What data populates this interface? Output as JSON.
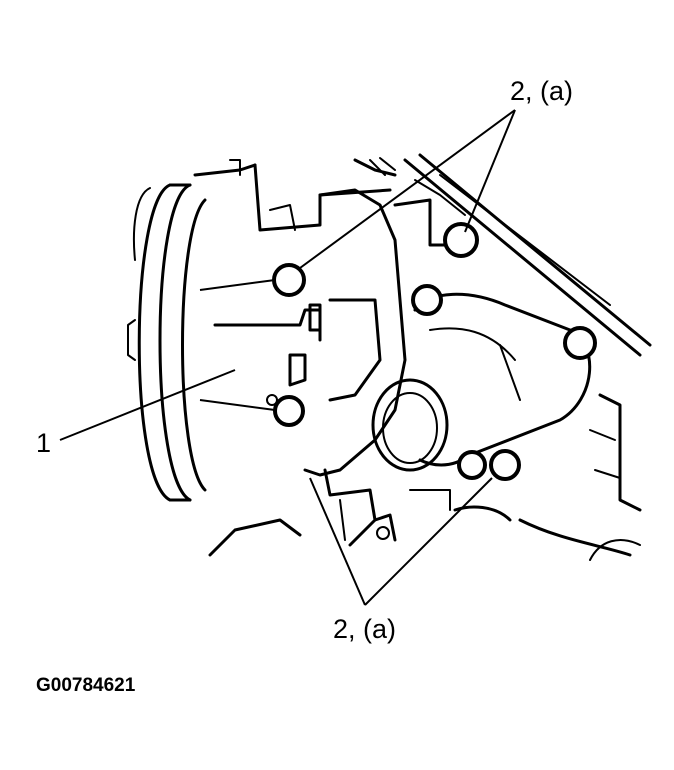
{
  "callouts": {
    "top_label": "2, (a)",
    "bottom_label": "2, (a)",
    "left_label": "1"
  },
  "figure_id": "G00784621"
}
